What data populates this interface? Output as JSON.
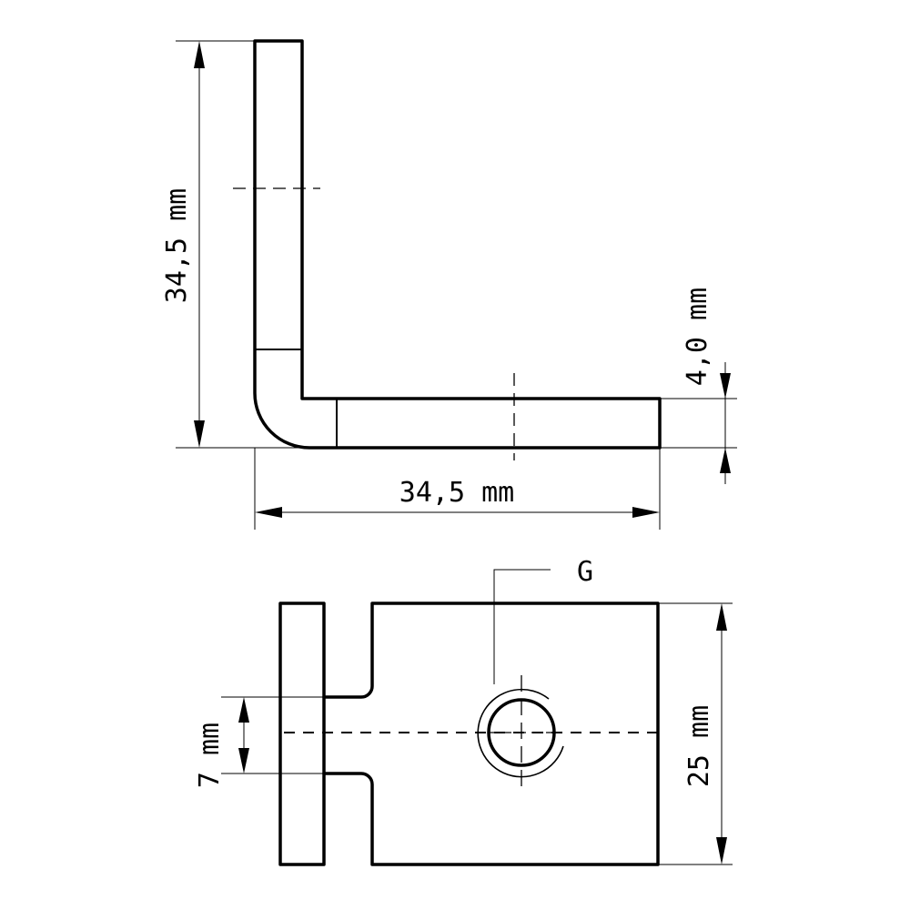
{
  "dimensions": {
    "height_side": "34,5 mm",
    "width_side": "34,5 mm",
    "thickness": "4,0 mm",
    "slot_width": "7 mm",
    "plate_height": "25 mm"
  },
  "labels": {
    "thread": "G"
  }
}
